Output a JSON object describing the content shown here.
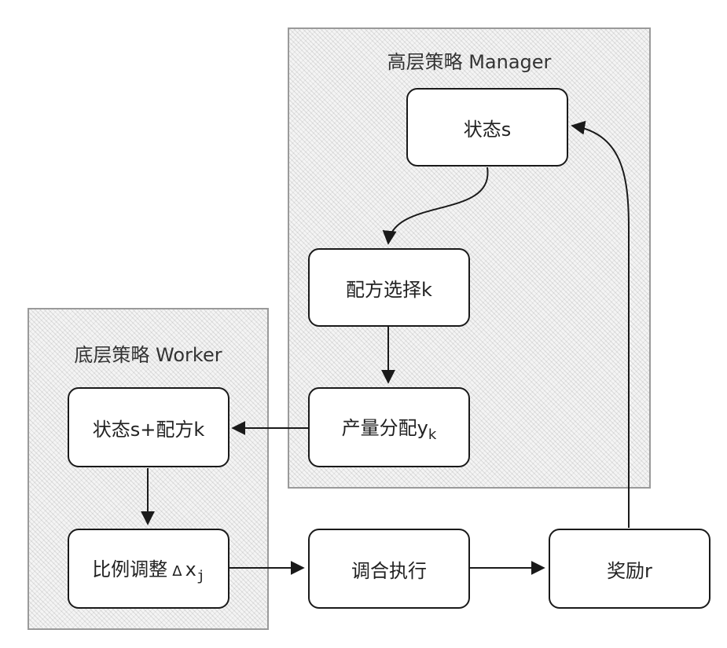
{
  "groups": {
    "manager": {
      "title": "高层策略 Manager"
    },
    "worker": {
      "title": "底层策略 Worker"
    }
  },
  "nodes": {
    "state_s": {
      "label": "状态s"
    },
    "recipe_select": {
      "label": "配方选择k"
    },
    "yield_alloc": {
      "label": "产量分配y",
      "sub": "k"
    },
    "state_recipe": {
      "label": "状态s+配方k"
    },
    "ratio_adjust": {
      "label": "比例调整",
      "delta": "Δ",
      "var": "x",
      "sub": "j"
    },
    "blend_exec": {
      "label": "调合执行"
    },
    "reward": {
      "label": "奖励r"
    }
  }
}
